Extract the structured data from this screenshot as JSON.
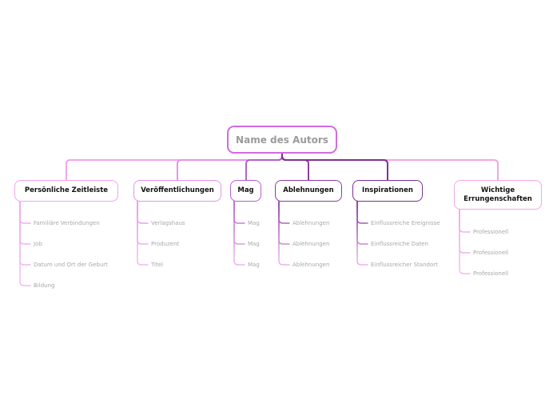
{
  "root": {
    "label": "Name des Autors",
    "color": "#d16be3",
    "text_color": "#9b9b9b"
  },
  "branches": [
    {
      "label": "Persönliche Zeitleiste",
      "color": "#f3a4ef",
      "children": [
        "Familiäre Verbindungen",
        "Job",
        "Datum und Ort der Geburt",
        "Bildung"
      ]
    },
    {
      "label": "Veröffentlichungen",
      "color": "#e793e9",
      "children": [
        "Verlagshaus",
        "Produzent",
        "Titel"
      ]
    },
    {
      "label": "Mag",
      "color": "#b75fd0",
      "children": [
        "Mag",
        "Mag",
        "Mag"
      ]
    },
    {
      "label": "Ablehnungen",
      "color": "#8d3da2",
      "children": [
        "Ablehnungen",
        "Ablehnungen",
        "Ablehnungen"
      ]
    },
    {
      "label": "Inspirationen",
      "color": "#7e3094",
      "children": [
        "Einflussreiche Ereignisse",
        "Einflussreiche Daten",
        "Einflussreicher Standort"
      ]
    },
    {
      "label": "Wichtige Errungenschaften",
      "color": "#f3a6e4",
      "children": [
        "Professionell",
        "Professionell",
        "Professionell"
      ]
    }
  ],
  "colors": {
    "background": "#ffffff",
    "sub_fade": "#f0bcee",
    "sub_text": "#a8a8a8",
    "branch_text": "#111111"
  }
}
